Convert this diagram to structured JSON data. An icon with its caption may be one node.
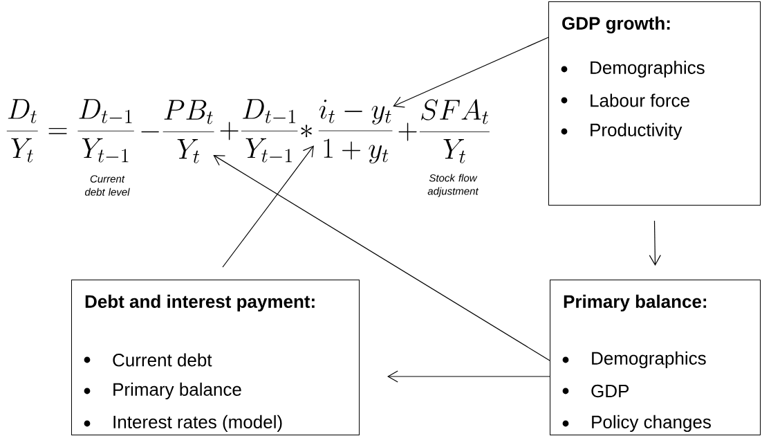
{
  "diagram": {
    "nodes": [
      {
        "text": [
          "\\frac{D_t}{Y_t} = \\frac{D_{t-1}}{Y_{t-1}}"
        ],
        "beside": [
          "Current debt level"
        ]
      },
      {
        "text": [
          "- \\frac{PB_t}{Y_t}"
        ]
      },
      {
        "text": [
          "+ \\frac{D_{t-1}}{Y_{t-1}} *"
        ]
      },
      {
        "text": [
          "\\frac{i_t - y_t}{1 + y_t}"
        ]
      },
      {
        "text": [
          "+ \\frac{SFA_t}{Y_t}"
        ],
        "beside": [
          "Stock flow adjustment"
        ]
      },
      {
        "text": [
          "GDP growth:",
          "Demographics",
          "Labour force",
          "Productivity"
        ]
      },
      {
        "text": [
          "Debt and interest payment:",
          "Current debt",
          "Primary balance",
          "Interest rates (model)"
        ]
      },
      {
        "text": [
          "Primary balance:",
          "Demographics",
          "GDP",
          "Policy changes"
        ]
      }
    ],
    "edges": [
      {
        "from": 5,
        "to": 3,
        "arrow": "to"
      },
      {
        "from": 5,
        "to": 7,
        "arrow": "to"
      },
      {
        "from": 7,
        "to": 6,
        "arrow": "to"
      },
      {
        "from": 7,
        "to": 1,
        "arrow": "to"
      },
      {
        "from": 6,
        "to": 3,
        "arrow": "to"
      }
    ]
  }
}
